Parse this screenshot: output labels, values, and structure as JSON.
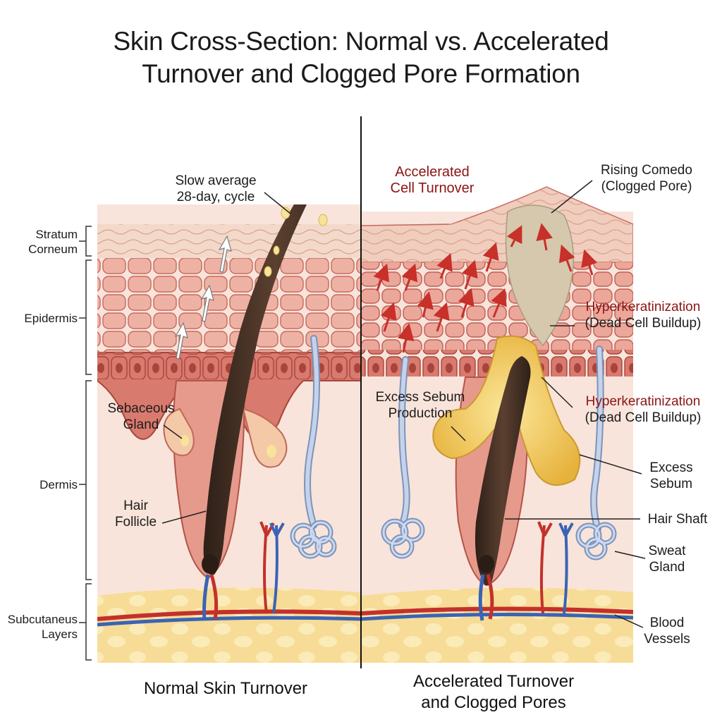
{
  "title": {
    "line1": "Skin Cross-Section: Normal vs. Accelerated",
    "line2": "Turnover and Clogged Pore Formation"
  },
  "layers": {
    "stratum_corneum_1": "Stratum",
    "stratum_corneum_2": "Corneum",
    "epidermis": "Epidermis",
    "dermis": "Dermis",
    "subcutaneous_1": "Subcutaneus",
    "subcutaneous_2": "Layers"
  },
  "left": {
    "cycle_1": "Slow average",
    "cycle_2": "28-day, cycle",
    "sebaceous_1": "Sebaceous",
    "sebaceous_2": "Gland",
    "hair_1": "Hair",
    "hair_2": "Follicle",
    "caption": "Normal Skin Turnover"
  },
  "right": {
    "accelerated_1": "Accelerated",
    "accelerated_2": "Cell Turnover",
    "comedo_1": "Rising Comedo",
    "comedo_2": "(Clogged Pore)",
    "hyper_a_1": "Hyperkeratinization",
    "hyper_a_2": "(Dead Cell Buildup)",
    "sebum_prod_1": "Excess Sebum",
    "sebum_prod_2": "Production",
    "hyper_b_1": "Hyperkeratinization",
    "hyper_b_2": "(Dead Cell Buildup)",
    "excess_sebum_1": "Excess",
    "excess_sebum_2": "Sebum",
    "hair_shaft": "Hair Shaft",
    "sweat_1": "Sweat",
    "sweat_2": "Gland",
    "blood_1": "Blood",
    "blood_2": "Vessels",
    "caption_1": "Accelerated Turnover",
    "caption_2": "and Clogged Pores"
  },
  "colors": {
    "stratum": "#f3d9c9",
    "epidermis": "#e9a89a",
    "basal": "#c9605a",
    "dermis": "#f8e4da",
    "fat": "#f6dc96",
    "hair": "#4a3426",
    "sebum": "#f1c55a",
    "dead_cells": "#cfc3a8",
    "arrow_red": "#c8302a",
    "vein": "#3b63b5",
    "artery": "#c4302b",
    "sweat": "#a3b8d8",
    "divider": "#111111"
  }
}
